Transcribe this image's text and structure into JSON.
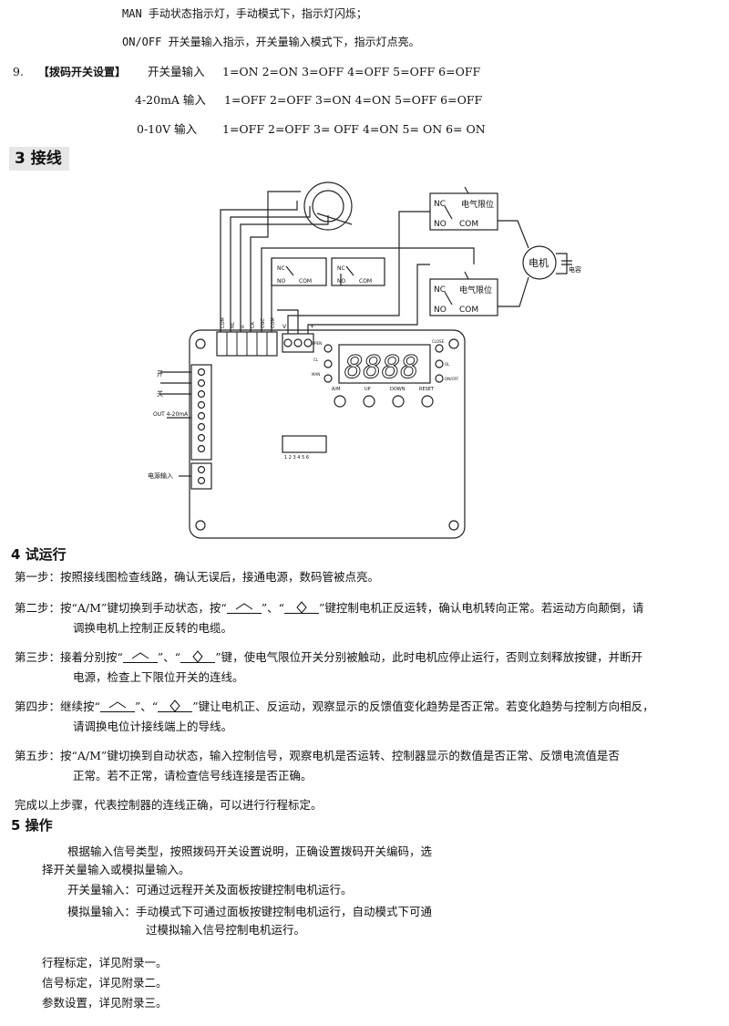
{
  "intro_lines": [
    "MAN 手动状态指示灯，手动模式下，指示灯闪烁；",
    "ON/OFF 开关量输入指示，开关量输入模式下，指示灯点亮。"
  ],
  "dip": {
    "num": "9.",
    "title": "【拨码开关设置】",
    "rows": [
      {
        "mode": "开关量输入",
        "setting": "1=ON 2=ON 3=OFF 4=OFF 5=OFF 6=OFF"
      },
      {
        "mode": "4-20mA 输入",
        "setting": "1=OFF 2=OFF 3=ON 4=ON 5=OFF 6=OFF"
      },
      {
        "mode": "0-10V   输入",
        "setting": "1=OFF 2=OFF 3= OFF 4=ON 5= ON 6= ON"
      }
    ]
  },
  "section3": {
    "title": "3 接线"
  },
  "diagram": {
    "limit_nc": "NC",
    "limit_no": "NO",
    "limit_com": "COM",
    "limit_label": "电气限位",
    "motor": "电机",
    "capacitor": "电容",
    "term_labels": [
      "COM",
      "NC",
      "R",
      "CA",
      "CGC",
      "COM"
    ],
    "term_right": [
      "V",
      "+"
    ],
    "switch_open": "开",
    "switch_close": "关",
    "signal_out": "OUT 4-20mA",
    "power_in": "电源输入",
    "btn_labels": [
      "A/M",
      "UP",
      "DOWN",
      "RESET"
    ],
    "led_labels_left": [
      "OPEN",
      "CL",
      "MAN"
    ],
    "led_labels_right": [
      "CLOSE",
      "OL",
      "ON/OFF"
    ],
    "dip_numbers": "1 2 3 4 5 6"
  },
  "section4": {
    "title": "4 试运行",
    "step1": "第一步：按照接线图检查线路，确认无误后，接通电源，数码管被点亮。",
    "step2a": "第二步：按“A/M”键切换到手动状态，按“",
    "step2b": "”、“",
    "step2c": "”键控制电机正反运转，确认电机转向正常。若运动方向颠倒，请",
    "step2d": "调换电机上控制正反转的电缆。",
    "step3a": "第三步：接着分别按“",
    "step3b": "”、“",
    "step3c": "”键，使电气限位开关分别被触动，此时电机应停止运行，否则立刻释放按键，并断开",
    "step3d": "电源，检查上下限位开关的连线。",
    "step4a": "第四步：继续按“",
    "step4b": "”、“",
    "step4c": "”键让电机正、反运动，观察显示的反馈值变化趋势是否正常。若变化趋势与控制方向相反，",
    "step4d": "请调换电位计接线端上的导线。",
    "step5a": "第五步：按“A/M”键切换到自动状态，输入控制信号，观察电机是否运转、控制器显示的数值是否正常、反馈电流值是否",
    "step5b": "正常。若不正常，请检查信号线连接是否正确。",
    "done": "完成以上步骤，代表控制器的连线正确，可以进行行程标定。"
  },
  "section5": {
    "title": "5 操作",
    "p1a": "根据输入信号类型，按照拨码开关设置说明，正确设置拨码开关编码，选",
    "p1b": "择开关量输入或模拟量输入。",
    "p2": "开关量输入：可通过远程开关及面板按键控制电机运行。",
    "p3a": "模拟量输入：手动模式下可通过面板按键控制电机运行，自动模式下可通",
    "p3b": "过模拟输入信号控制电机运行。",
    "ref1": "行程标定，详见附录一。",
    "ref2": "信号标定，详见附录二。",
    "ref3": "参数设置，详见附录三。"
  }
}
